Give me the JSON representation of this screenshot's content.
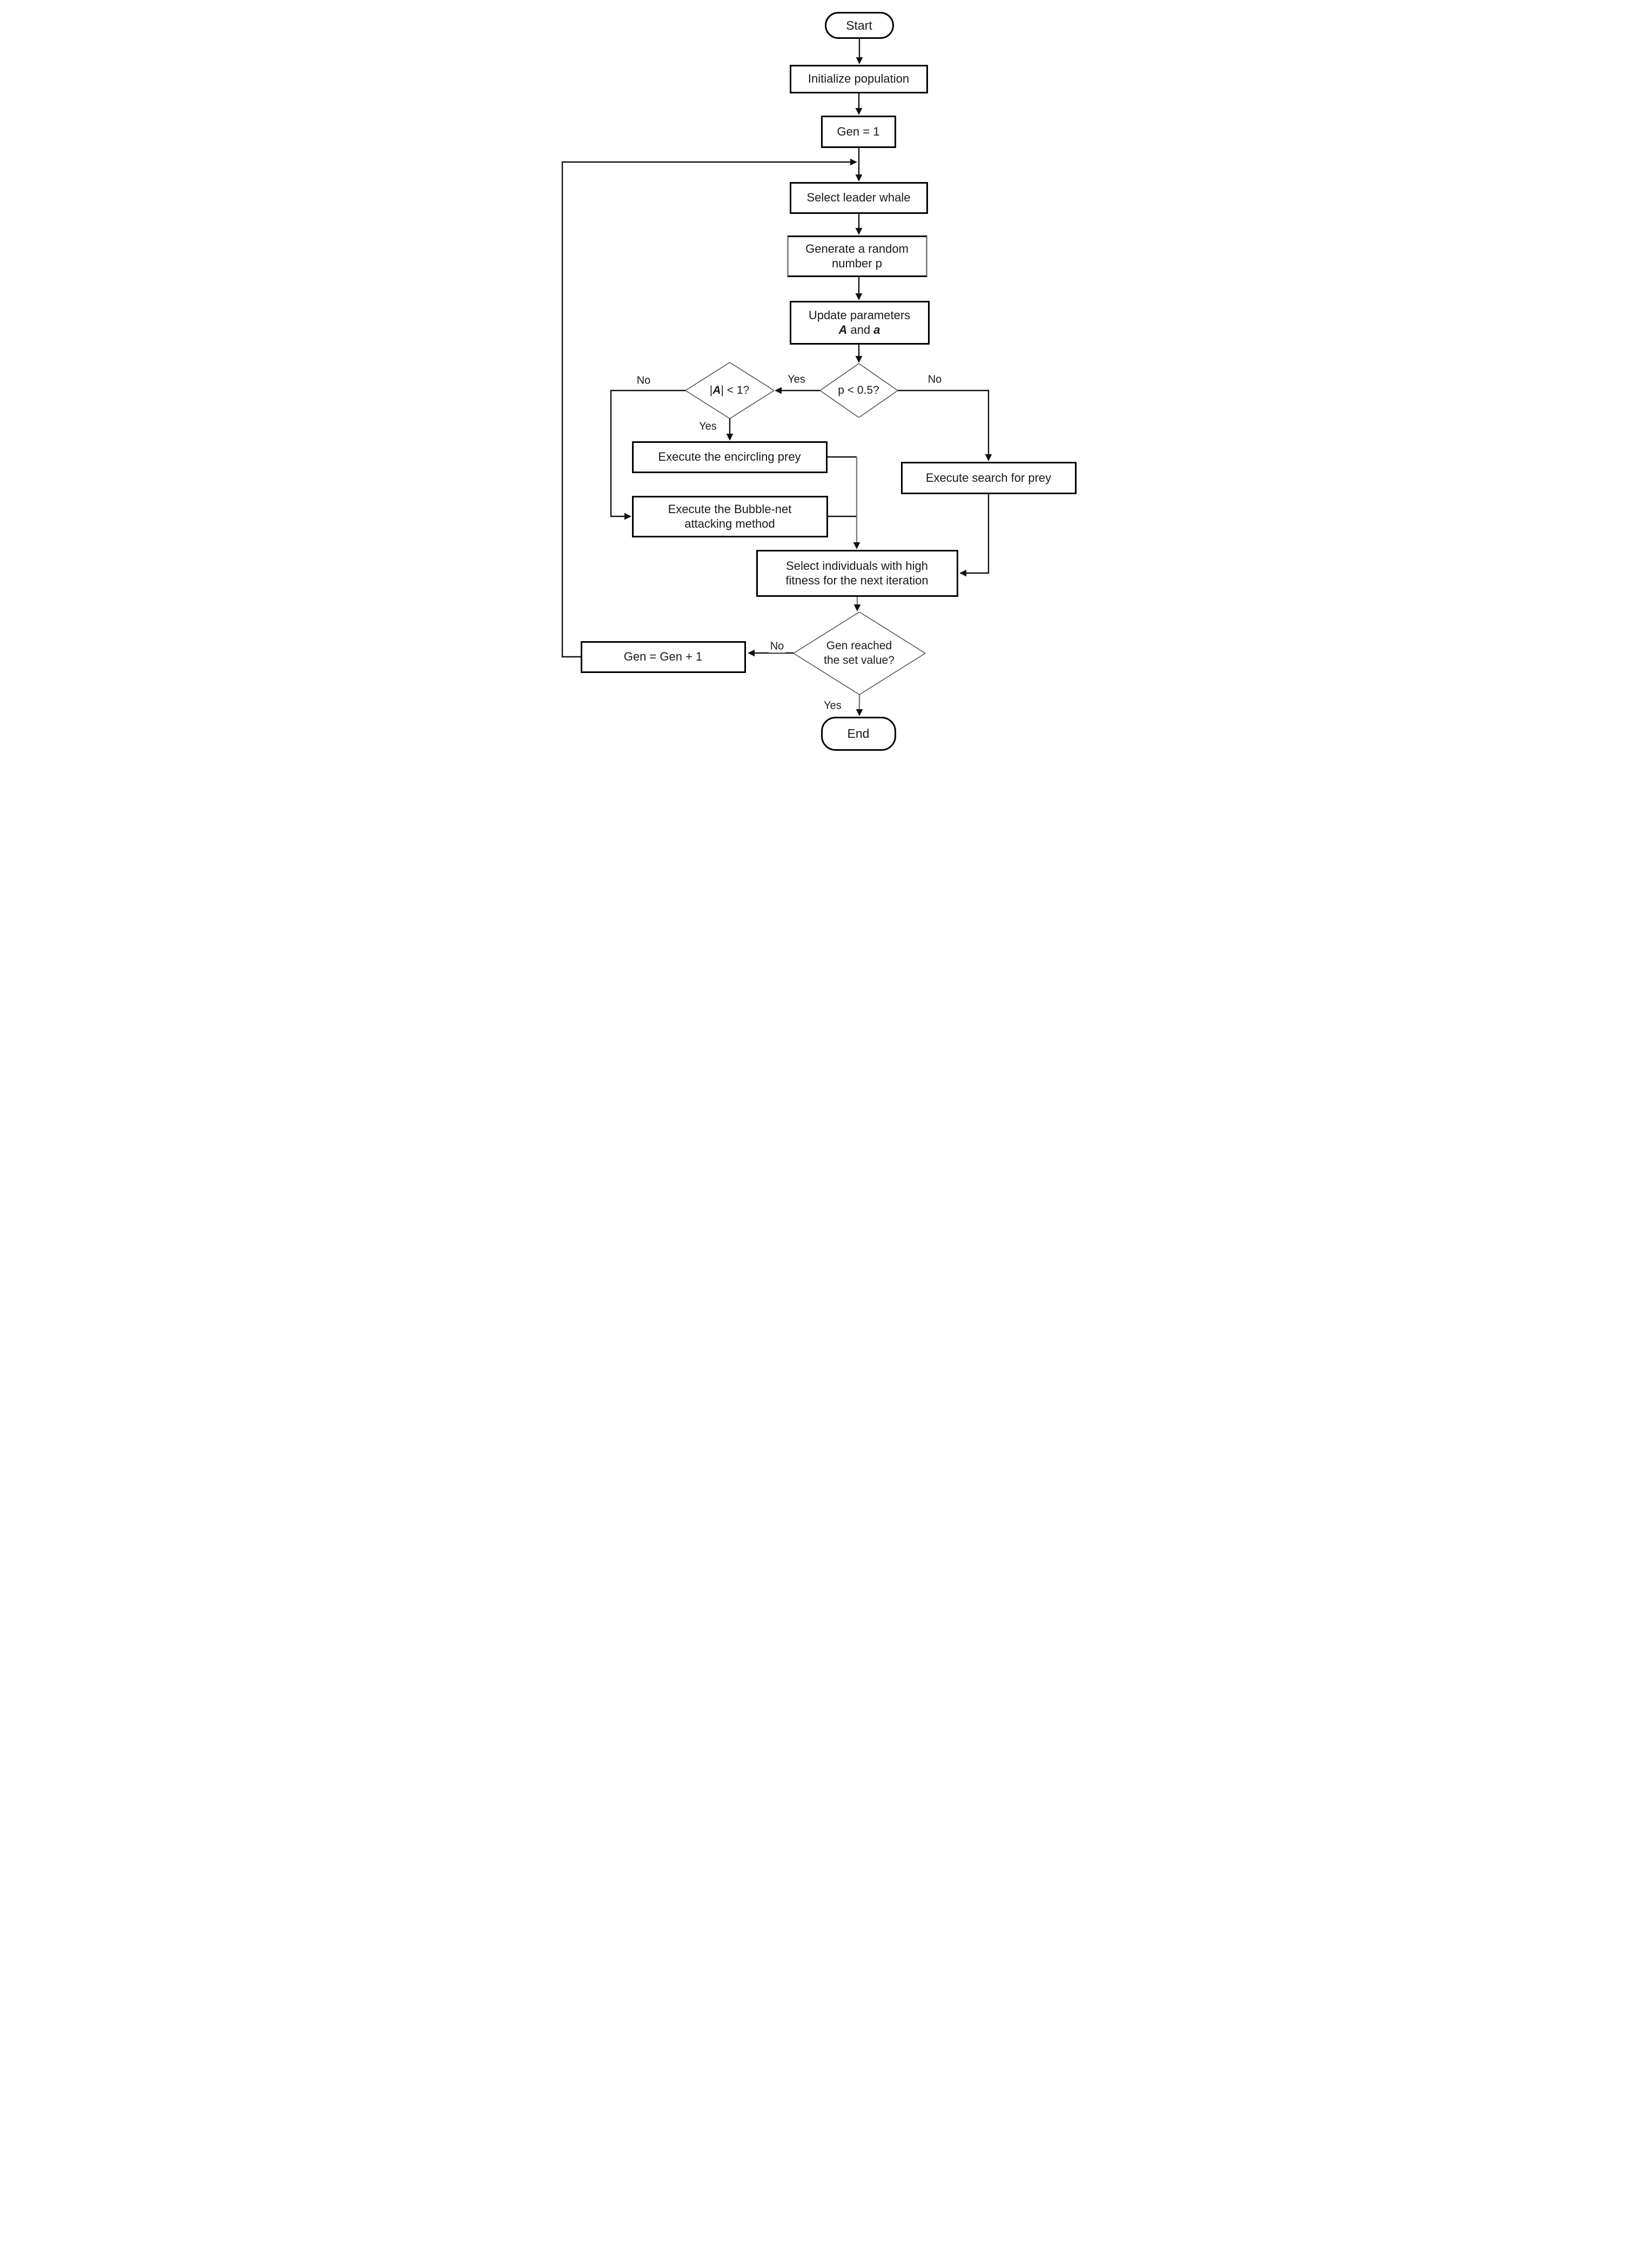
{
  "flowchart": {
    "nodes": {
      "start": {
        "label": "Start"
      },
      "initialize": {
        "label": "Initialize population"
      },
      "gen_init": {
        "label": "Gen = 1"
      },
      "select_leader": {
        "label": "Select leader whale"
      },
      "generate_random": {
        "line1": "Generate a random",
        "line2": "number p"
      },
      "update_parameters": {
        "line1": "Update parameters",
        "var_A": "A",
        "connector": " and ",
        "var_a": "a"
      },
      "p_decision": {
        "label": "p < 0.5?"
      },
      "a_decision": {
        "pre": "|",
        "var_A": "A",
        "post": "| < 1?"
      },
      "encircling": {
        "label": "Execute the encircling prey"
      },
      "bubble_net": {
        "line1": "Execute the Bubble-net",
        "line2": "attacking method"
      },
      "search_prey": {
        "label": "Execute search for prey"
      },
      "select_individuals": {
        "line1": "Select individuals with high",
        "line2": "fitness for the next iteration"
      },
      "gen_reached": {
        "line1": "Gen reached",
        "line2": "the set value?"
      },
      "gen_increment": {
        "label": "Gen = Gen + 1"
      },
      "end": {
        "label": "End"
      }
    },
    "edge_labels": {
      "a_decision_no": "No",
      "p_decision_yes": "Yes",
      "p_decision_no": "No",
      "a_decision_yes": "Yes",
      "gen_reached_no": "No",
      "gen_reached_yes": "Yes"
    },
    "colors": {
      "connector": "#111111",
      "connector_soft": "#7a7a7a",
      "node_border": "#000000",
      "node_side_border_gray": "#8a8a8a",
      "decision_border": "#4d4d4d",
      "background": "#ffffff",
      "text": "#1a1a1a"
    }
  }
}
